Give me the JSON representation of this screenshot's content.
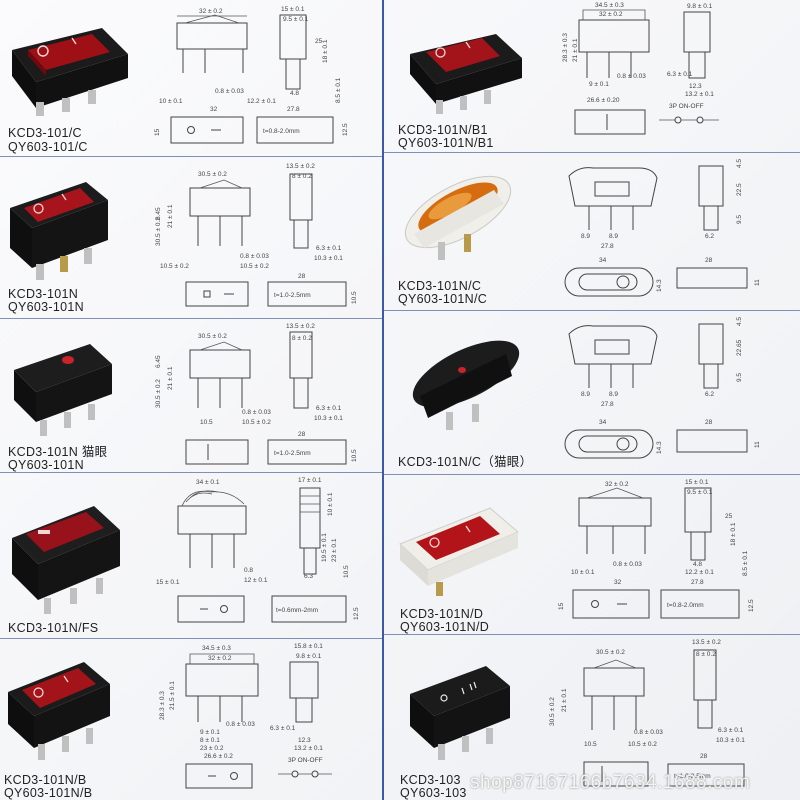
{
  "products": [
    {
      "model": "KCD3-101/C",
      "alt": "QY603-101/C",
      "dims": {
        "w": "32 ± 0.2",
        "h": "15 ± 0.1",
        "d": "9.5 ± 0.1",
        "a": "0.8 ± 0.03",
        "b": "10 ± 0.1",
        "c": "12.2 ± 0.1",
        "side": "25",
        "len": "4.8",
        "e": "8.5 ± 0.1",
        "f": "18 ± 0.1",
        "g": "32",
        "h2": "27.8",
        "t": "t=0.8-2.0mm",
        "p": "15",
        "q": "12.5"
      }
    },
    {
      "model": "KCD3-101N/B1",
      "alt": "QY603-101N/B1",
      "dims": {
        "w": "34.5 ± 0.3",
        "h": "32 ± 0.2",
        "d": "9.8 ± 0.1",
        "a": "0.8 ± 0.03",
        "b": "9 ± 0.1",
        "c": "21 ± 0.1",
        "e": "6.3 ± 0.1",
        "f": "12.3",
        "g": "13.2 ± 0.1",
        "h2": "26.6 ± 0.20",
        "side": "28.3 ± 0.3",
        "k": "3P ON-OFF"
      }
    },
    {
      "model": "KCD3-101N",
      "alt": "QY603-101N",
      "dims": {
        "w": "30.5 ± 0.2",
        "h": "13.5 ± 0.2",
        "d": "8 ± 0.2",
        "a": "0.8 ± 0.03",
        "b": "10.5 ± 0.2",
        "c": "10.5 ± 0.2",
        "e": "6.3 ± 0.1",
        "f": "10.3 ± 0.1",
        "side": "30.5 ± 0.2",
        "i": "21 ± 0.1",
        "j": "6.45",
        "g": "28",
        "t": "t=1.0-2.5mm",
        "q": "10.5"
      }
    },
    {
      "model": "KCD3-101N/C",
      "alt": "QY603-101N/C",
      "dims": {
        "a": "8.9",
        "b": "8.9",
        "c": "27.8",
        "d": "6.2",
        "e": "9.5",
        "f": "22.5",
        "g": "4.5",
        "h": "34",
        "i": "28",
        "j": "14.3",
        "k": "11"
      }
    },
    {
      "model": "KCD3-101N 猫眼",
      "alt": "QY603-101N",
      "dims": {
        "w": "30.5 ± 0.2",
        "h": "13.5 ± 0.2",
        "d": "8 ± 0.2",
        "a": "0.8 ± 0.03",
        "b": "10.5",
        "c": "10.5 ± 0.2",
        "e": "6.3 ± 0.1",
        "f": "10.3 ± 0.1",
        "side": "30.5 ± 0.2",
        "i": "21 ± 0.1",
        "j": "6.45",
        "g": "28",
        "t": "t=1.0-2.5mm",
        "q": "10.5"
      }
    },
    {
      "model": "KCD3-101N/C（猫眼）",
      "alt": "",
      "dims": {
        "a": "8.9",
        "b": "8.9",
        "c": "27.8",
        "d": "6.2",
        "e": "9.5",
        "f": "22.65",
        "g": "4.5",
        "h": "34",
        "i": "28",
        "j": "14.3",
        "k": "11"
      }
    },
    {
      "model": "KCD3-101N/FS",
      "alt": "",
      "dims": {
        "w": "34 ± 0.1",
        "h": "17 ± 0.1",
        "d": "10 ± 0.1",
        "a": "0.8",
        "b": "15 ± 0.1",
        "c": "12 ± 0.1",
        "e": "6.3",
        "f": "19.5 ± 0.1",
        "g": "23 ± 0.1",
        "i": "10.5",
        "t": "t=0.6mm-2mm",
        "j": "12.5"
      }
    },
    {
      "model": "KCD3-101N/D",
      "alt": "QY603-101N/D",
      "dims": {
        "w": "32 ± 0.2",
        "h": "15 ± 0.1",
        "d": "9.5 ± 0.1",
        "a": "0.8 ± 0.03",
        "b": "10 ± 0.1",
        "c": "12.2 ± 0.1",
        "e": "4.8",
        "f": "8.5 ± 0.1",
        "g": "18 ± 0.1",
        "side": "25",
        "p": "32",
        "q": "27.8",
        "t": "t=0.8-2.0mm",
        "r": "15",
        "s": "12.5"
      }
    },
    {
      "model": "KCD3-101N/B",
      "alt": "QY603-101N/B",
      "dims": {
        "w": "34.5 ± 0.3",
        "h": "32 ± 0.2",
        "d": "15.8 ± 0.1",
        "e": "9.8 ± 0.1",
        "a": "0.8 ± 0.03",
        "b": "9 ± 0.1",
        "c": "8 ± 0.1",
        "side": "28.3 ± 0.3",
        "i": "21.5 ± 0.1",
        "f": "6.3 ± 0.1",
        "g": "12.3",
        "j": "13.2 ± 0.1",
        "h2": "26.6 ± 0.2",
        "k": "23 ± 0.2",
        "l": "3P ON-OFF"
      }
    },
    {
      "model": "KCD3-103",
      "alt": "QY603-103",
      "dims": {
        "w": "30.5 ± 0.2",
        "h": "13.5 ± 0.2",
        "d": "8 ± 0.2",
        "a": "0.8 ± 0.03",
        "b": "10.5",
        "c": "10.5 ± 0.2",
        "e": "6.3 ± 0.1",
        "f": "10.3 ± 0.1",
        "side": "30.5 ± 0.2",
        "i": "21 ± 0.1",
        "g": "28",
        "t": "t=1.0-2.5mm"
      }
    }
  ],
  "watermark": "shop87167166b7634.1688.com",
  "colors": {
    "divider": "#3a5aa8",
    "red": "#b3141b",
    "black": "#1b1b1b",
    "white": "#f1f1ee",
    "amber": "#d9770f"
  }
}
